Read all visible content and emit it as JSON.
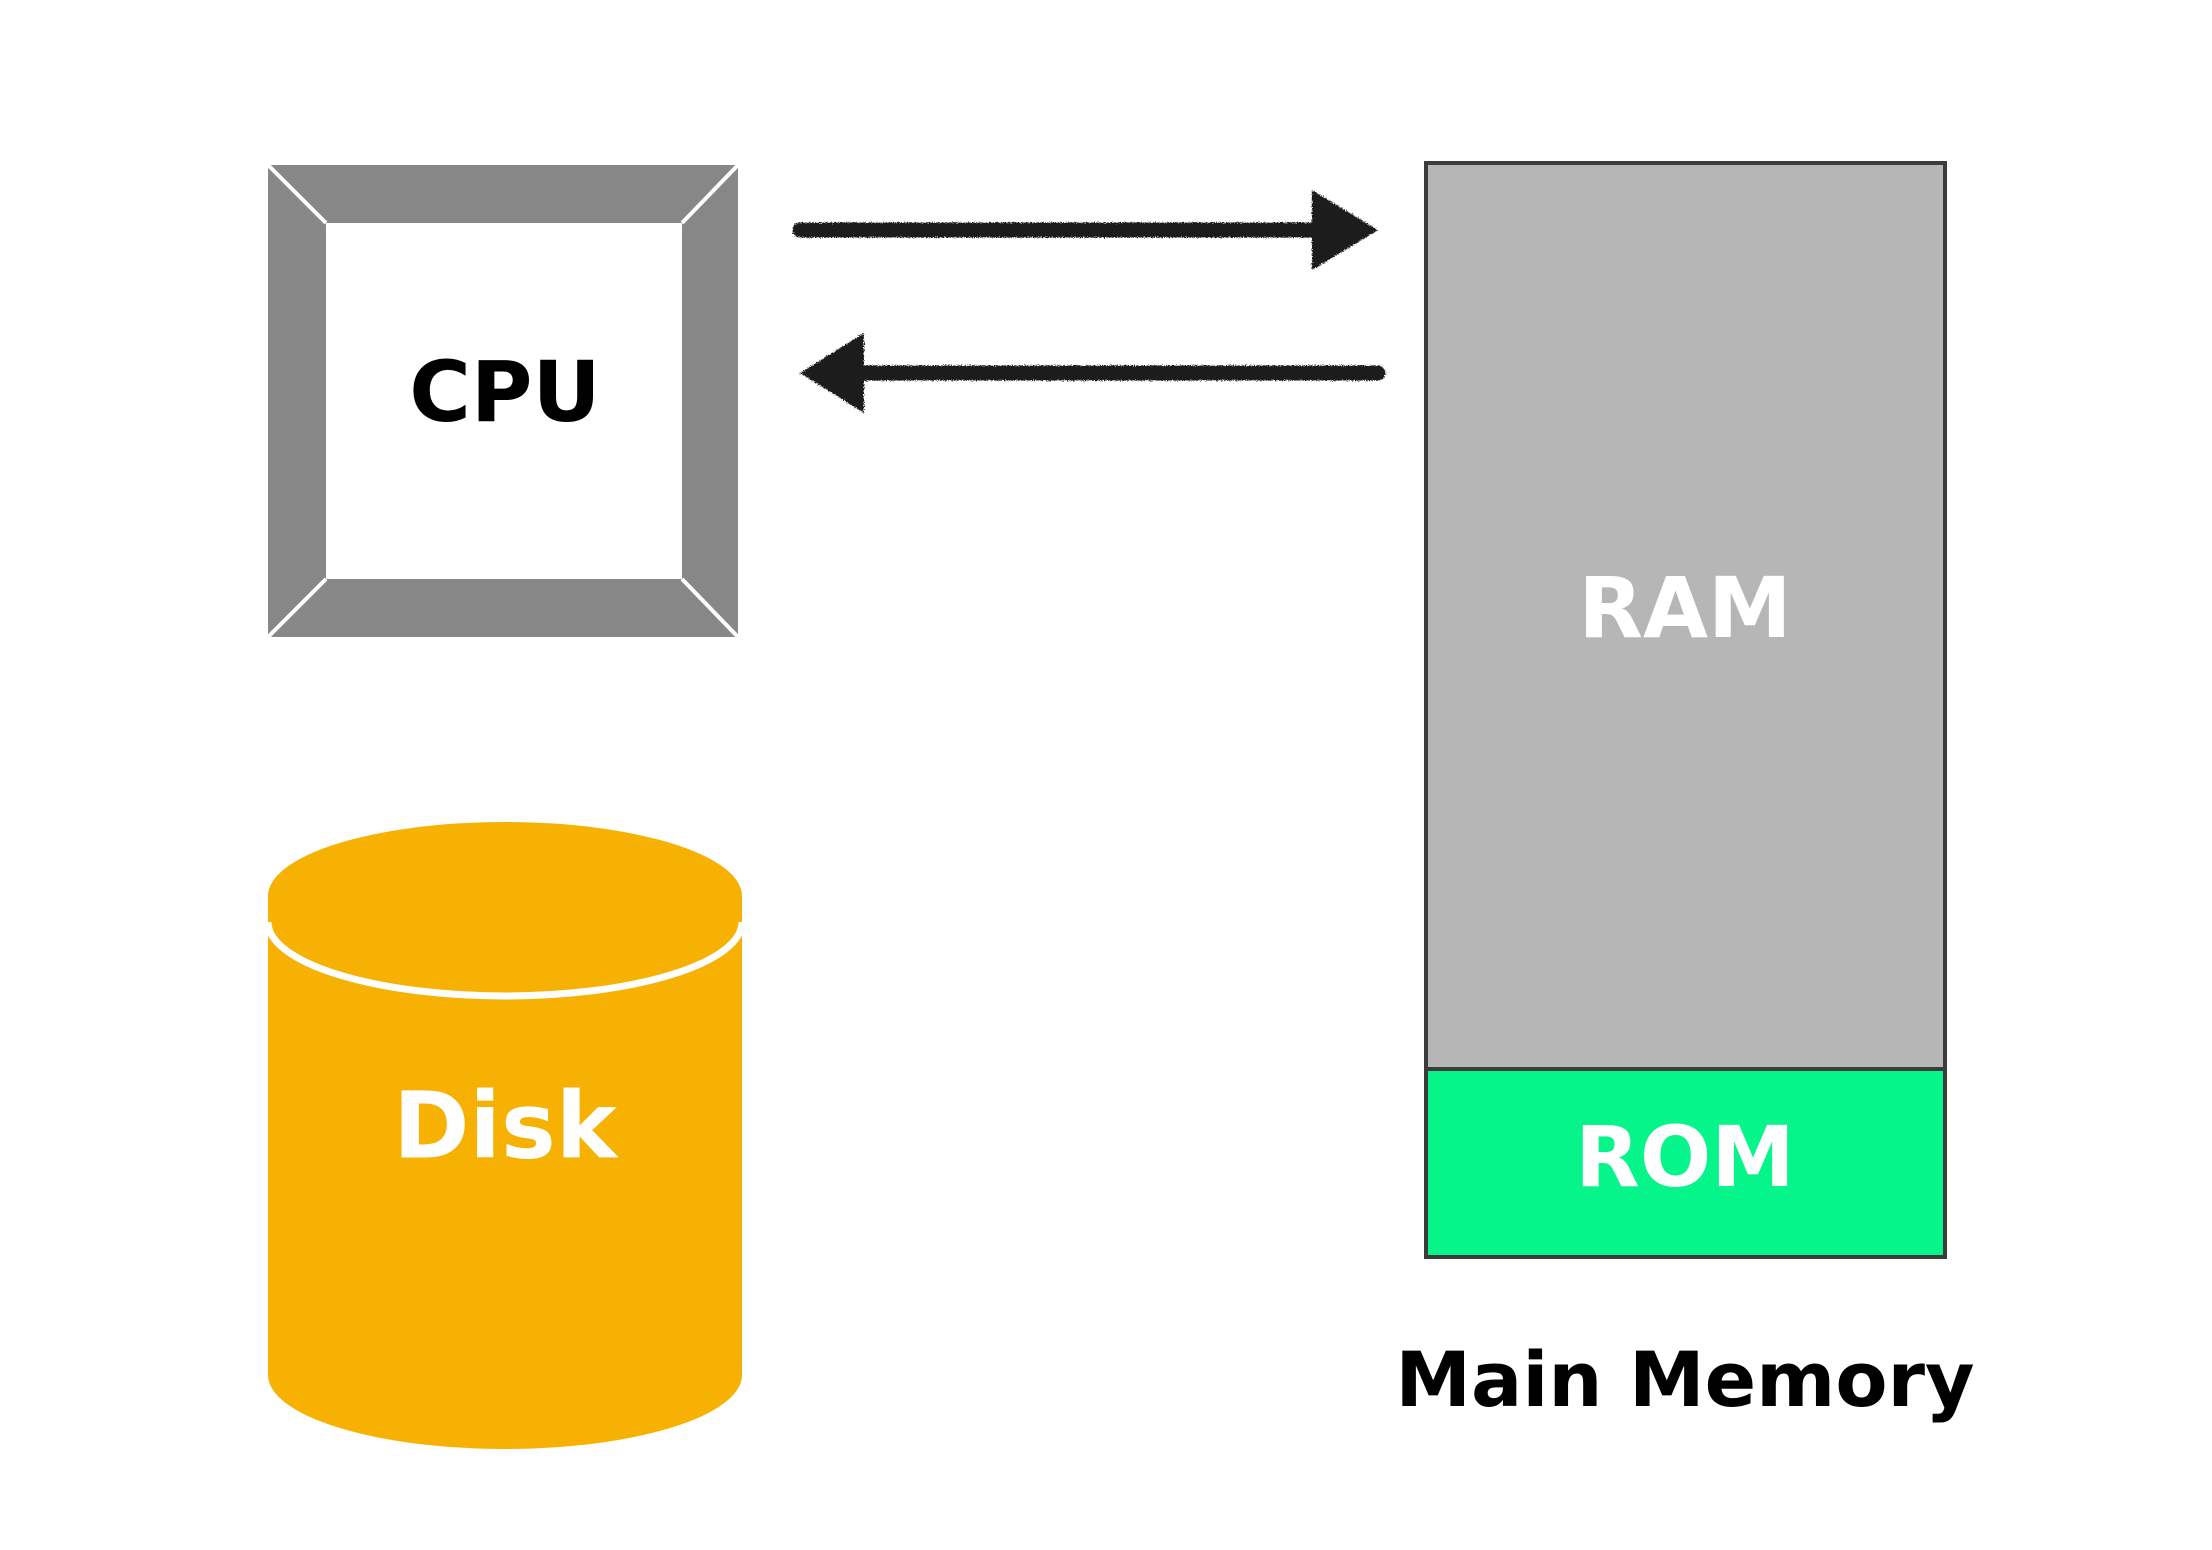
{
  "cpu": {
    "label": "CPU"
  },
  "memory": {
    "ram_label": "RAM",
    "rom_label": "ROM",
    "caption": "Main Memory"
  },
  "disk": {
    "label": "Disk"
  },
  "colors": {
    "cpu_frame": "#878787",
    "cpu_inner": "#ffffff",
    "ram": "#b6b6b6",
    "rom": "#05f58a",
    "memory_border": "#3c3c3c",
    "disk": "#f6b103",
    "arrow": "#1e1e1e"
  },
  "arrows": [
    {
      "from": "cpu",
      "to": "memory"
    },
    {
      "from": "memory",
      "to": "cpu"
    }
  ]
}
